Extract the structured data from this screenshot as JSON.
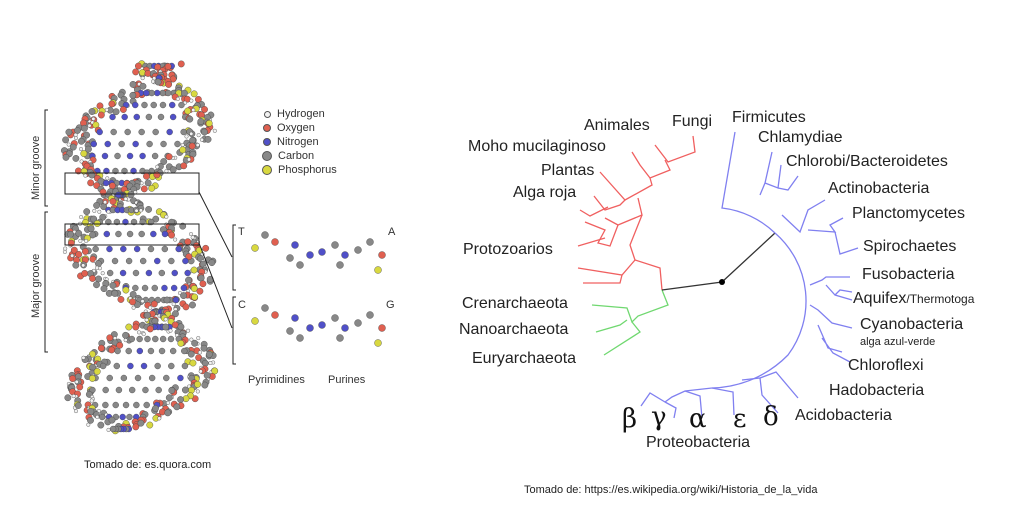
{
  "dna": {
    "legend": [
      {
        "label": "Hydrogen",
        "color": "#f2f2f2"
      },
      {
        "label": "Oxygen",
        "color": "#e06050"
      },
      {
        "label": "Nitrogen",
        "color": "#5050c8"
      },
      {
        "label": "Carbon",
        "color": "#888888"
      },
      {
        "label": "Phosphorus",
        "color": "#d8d840"
      }
    ],
    "minor_groove": "Minor groove",
    "major_groove": "Major groove",
    "bases": {
      "t": "T",
      "a": "A",
      "c": "C",
      "g": "G"
    },
    "pyrimidines": "Pyrimidines",
    "purines": "Purines",
    "caption": "Tomado de: es.quora.com"
  },
  "tree": {
    "eukarya": [
      "Animales",
      "Fungi",
      "Moho mucilaginoso",
      "Plantas",
      "Alga roja",
      "Protozoarios"
    ],
    "archaea": [
      "Crenarchaeota",
      "Nanoarchaeota",
      "Euryarchaeota"
    ],
    "bacteria": {
      "firmicutes": "Firmicutes",
      "chlamydiae": "Chlamydiae",
      "chlorobi": "Chlorobi",
      "slash": "/",
      "bacteroidetes": "Bacteroidetes",
      "actinobacteria": "Actinobacteria",
      "planctomycetes": "Planctomycetes",
      "spirochaetes": "Spirochaetes",
      "fusobacteria": "Fusobacteria",
      "aquifex": "Aquifex",
      "thermotoga": "/Thermotoga",
      "cyanobacteria": "Cyanobacteria",
      "cyano_sub": "alga azul-verde",
      "chloroflexi": "Chloroflexi",
      "hadobacteria": "Hadobacteria",
      "acidobacteria": "Acidobacteria",
      "proteobacteria": "Proteobacteria"
    },
    "greek": [
      "β",
      "γ",
      "α",
      "ε",
      "δ"
    ],
    "colors": {
      "eukarya": "#f06060",
      "archaea": "#70d870",
      "bacteria": "#8080f0"
    },
    "caption": "Tomado de: https://es.wikipedia.org/wiki/Historia_de_la_vida"
  }
}
